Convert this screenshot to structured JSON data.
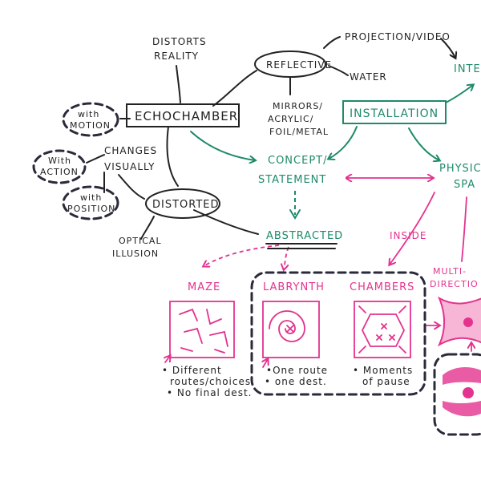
{
  "nodes": {
    "distorts_reality": [
      "DISTORTS",
      "REALITY"
    ],
    "reflective": "REFLECTIVE",
    "projection_video": "PROJECTION/VIDEO",
    "water": "WATER",
    "interactive": "INTER",
    "echochamber": "ECHOCHAMBER",
    "mirrors": [
      "MIRRORS/",
      "ACRYLIC/",
      "FOIL/METAL"
    ],
    "installation": "INSTALLATION",
    "with_motion": [
      "with",
      "MOTION"
    ],
    "changes_visually": [
      "CHANGES",
      "VISUALLY"
    ],
    "with_action": [
      "With",
      "ACTION"
    ],
    "with_position": [
      "with",
      "POSITION"
    ],
    "concept_statement": [
      "CONCEPT/",
      "STATEMENT"
    ],
    "physical_space": [
      "PHYSIC",
      "SPA"
    ],
    "distorted": "DISTORTED",
    "optical_illusion": [
      "OPTICAL",
      "ILLUSION"
    ],
    "abstracted": "ABSTRACTED",
    "inside": "INSIDE",
    "multi_directional": [
      "MULTI-",
      "DIRECTIO"
    ]
  },
  "cards": {
    "maze": {
      "title": "MAZE",
      "notes": [
        "• Different",
        "routes/choices",
        "• No final dest."
      ]
    },
    "labyrinth": {
      "title": "LABRYNTH",
      "notes": [
        "•One route",
        "• one dest."
      ]
    },
    "chambers": {
      "title": "CHAMBERS",
      "notes": [
        "• Moments",
        "of pause"
      ]
    }
  },
  "colors": {
    "ink": "#222222",
    "green": "#1e8a6a",
    "pink": "#e3338f",
    "dashed_frame": "#2a2a3a"
  }
}
